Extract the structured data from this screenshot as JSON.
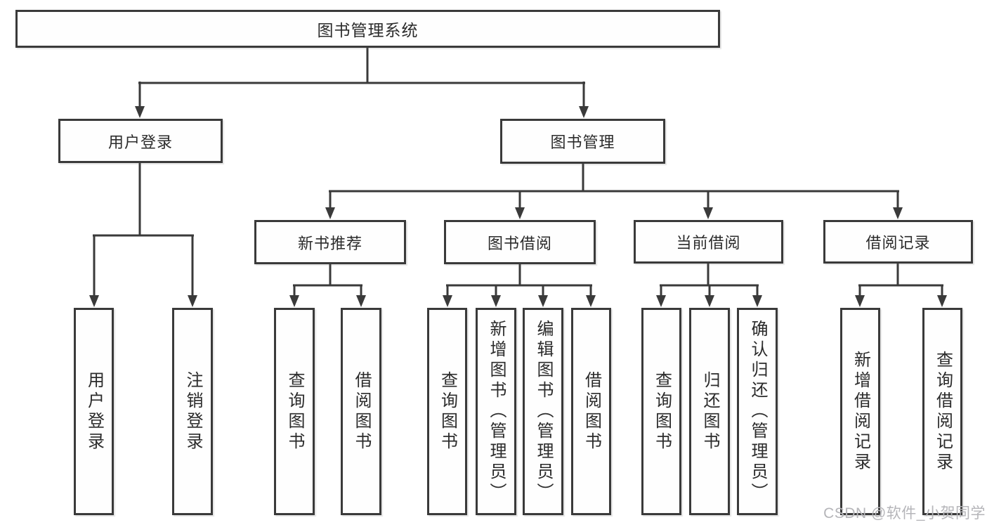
{
  "diagram": {
    "type": "hierarchy-tree",
    "colors": {
      "line": "#3a3a3a",
      "box_border": "#3a3a3a",
      "text": "#2b2b2b",
      "background": "#ffffff",
      "watermark": "#b5b5b9"
    }
  },
  "tree": {
    "root": {
      "label": "图书管理系统",
      "children": [
        {
          "label": "用户登录",
          "children": [
            {
              "label": "用户登录"
            },
            {
              "label": "注销登录"
            }
          ]
        },
        {
          "label": "图书管理",
          "children": [
            {
              "label": "新书推荐",
              "children": [
                {
                  "label": "查询图书"
                },
                {
                  "label": "借阅图书"
                }
              ]
            },
            {
              "label": "图书借阅",
              "children": [
                {
                  "label": "查询图书"
                },
                {
                  "label": "新增图书（管理员）"
                },
                {
                  "label": "编辑图书（管理员）"
                },
                {
                  "label": "借阅图书"
                }
              ]
            },
            {
              "label": "当前借阅",
              "children": [
                {
                  "label": "查询图书"
                },
                {
                  "label": "归还图书"
                },
                {
                  "label": "确认归还（管理员）"
                }
              ]
            },
            {
              "label": "借阅记录",
              "children": [
                {
                  "label": "新增借阅记录"
                },
                {
                  "label": "查询借阅记录"
                }
              ]
            }
          ]
        }
      ]
    }
  },
  "watermark": {
    "text": "CSDN @软件_小贺同学"
  }
}
